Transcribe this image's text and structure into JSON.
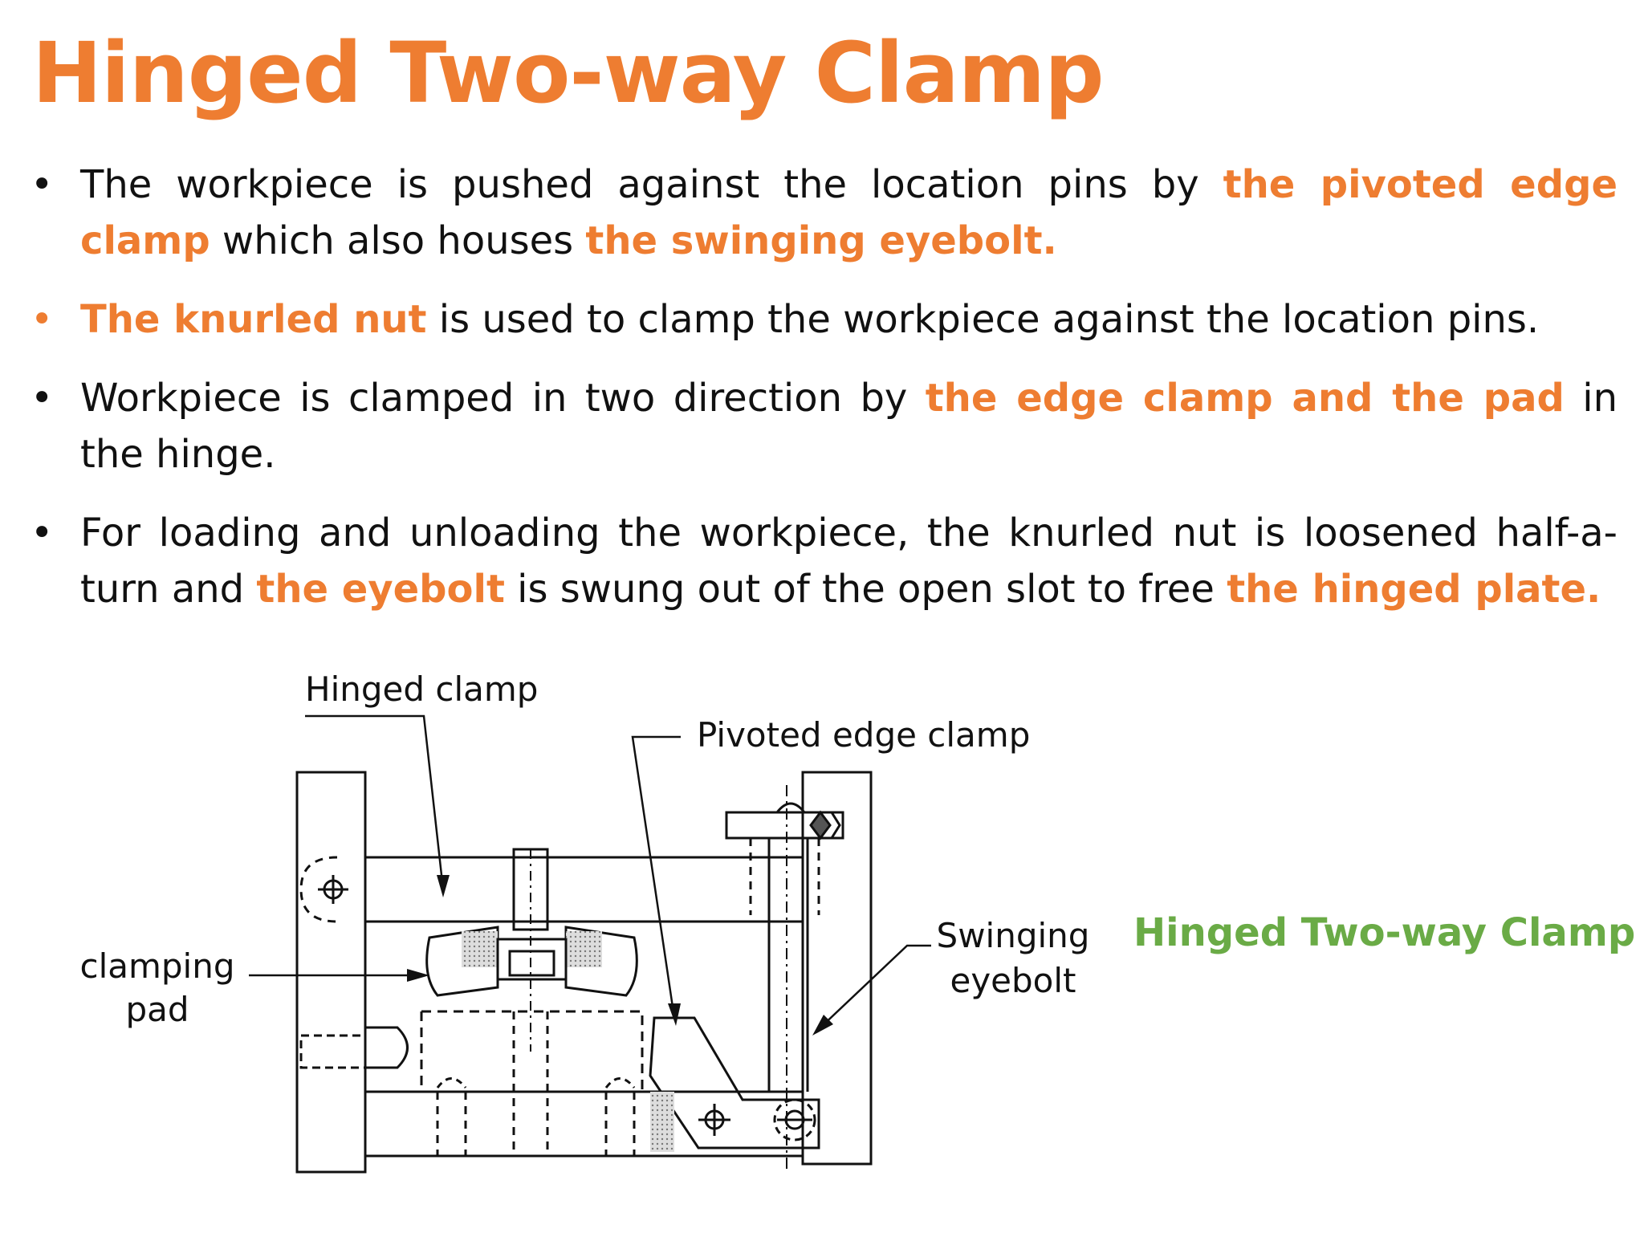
{
  "slide": {
    "title": "Hinged Two-way Clamp",
    "accent_color": "#ee7d31",
    "caption_color": "#6aab46",
    "bullets": [
      {
        "bullet_color": "#111111",
        "segments": [
          {
            "text": "The workpiece is pushed against the location pins by ",
            "highlight": false
          },
          {
            "text": "the pivoted edge clamp",
            "highlight": true
          },
          {
            "text": " which also houses ",
            "highlight": false
          },
          {
            "text": "the swinging eyebolt.",
            "highlight": true
          }
        ]
      },
      {
        "bullet_color": "#ee7d31",
        "segments": [
          {
            "text": "The knurled nut",
            "highlight": true
          },
          {
            "text": " is used to clamp the workpiece against the location pins.",
            "highlight": false
          }
        ]
      },
      {
        "bullet_color": "#111111",
        "segments": [
          {
            "text": "Workpiece is clamped in two direction by ",
            "highlight": false
          },
          {
            "text": "the edge clamp and the pad",
            "highlight": true
          },
          {
            "text": " in the hinge.",
            "highlight": false
          }
        ]
      },
      {
        "bullet_color": "#111111",
        "segments": [
          {
            "text": "For loading and unloading the workpiece, the knurled nut is loosened half-a-turn and ",
            "highlight": false
          },
          {
            "text": "the eyebolt",
            "highlight": true
          },
          {
            "text": " is swung out of the open slot to free ",
            "highlight": false
          },
          {
            "text": "the hinged plate.",
            "highlight": true
          }
        ]
      }
    ],
    "diagram": {
      "labels": {
        "hinged_clamp": "Hinged clamp",
        "pivoted_edge_clamp": "Pivoted edge clamp",
        "clamping_pad_line1": "clamping",
        "clamping_pad_line2": "pad",
        "swinging_eyebolt_line1": "Swinging",
        "swinging_eyebolt_line2": "eyebolt"
      },
      "caption": "Hinged Two-way Clamp"
    }
  }
}
